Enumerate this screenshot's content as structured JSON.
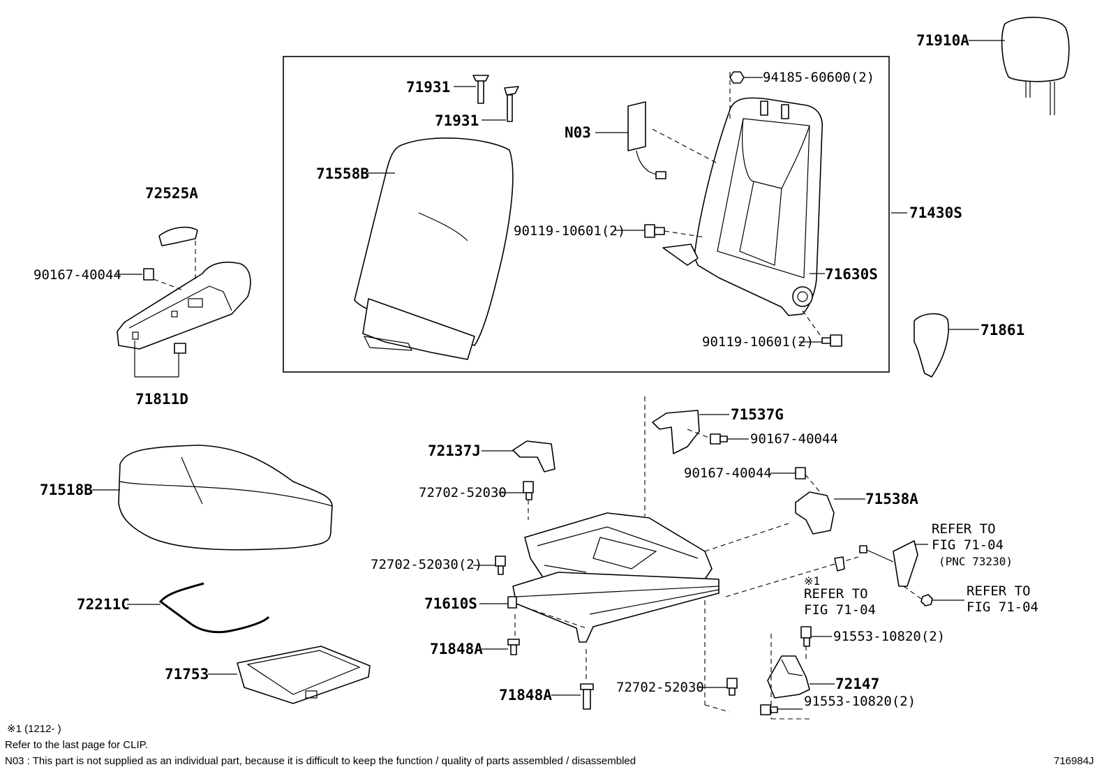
{
  "labels": {
    "p71910A": "71910A",
    "p71931a": "71931",
    "p71931b": "71931",
    "p94185": "94185-60600(2)",
    "pN03": "N03",
    "p71558B": "71558B",
    "p72525A": "72525A",
    "p90119a": "90119-10601(2)",
    "p71430S": "71430S",
    "p90167a": "90167-40044",
    "p71630S": "71630S",
    "p71861": "71861",
    "p90119b": "90119-10601(2)",
    "p71811D": "71811D",
    "p71537G": "71537G",
    "p90167b": "90167-40044",
    "p72137J": "72137J",
    "p90167c": "90167-40044",
    "p71518B": "71518B",
    "p72702a": "72702-52030",
    "p71538A": "71538A",
    "p72702b": "72702-52030(2)",
    "p71610S": "71610S",
    "p72211C": "72211C",
    "p71848Aa": "71848A",
    "p91553a": "91553-10820(2)",
    "p71753": "71753",
    "p72702c": "72702-52030",
    "p72147": "72147",
    "p71848Ab": "71848A",
    "p91553b": "91553-10820(2)"
  },
  "refer": {
    "r1_l1": "REFER TO",
    "r1_l2": "FIG 71-04",
    "r1_l3": "(PNC 73230)",
    "r2_mark": "※1",
    "r2_l1": "REFER TO",
    "r2_l2": "FIG 71-04",
    "r3_l1": "REFER TO",
    "r3_l2": "FIG 71-04"
  },
  "notes": {
    "n1": "※1 (1212-        )",
    "n2": "Refer to the last page for CLIP.",
    "n3": "N03 : This part is not supplied as an individual part, because it is difficult to keep the function / quality of parts assembled / disassembled"
  },
  "figure_id": "716984J"
}
